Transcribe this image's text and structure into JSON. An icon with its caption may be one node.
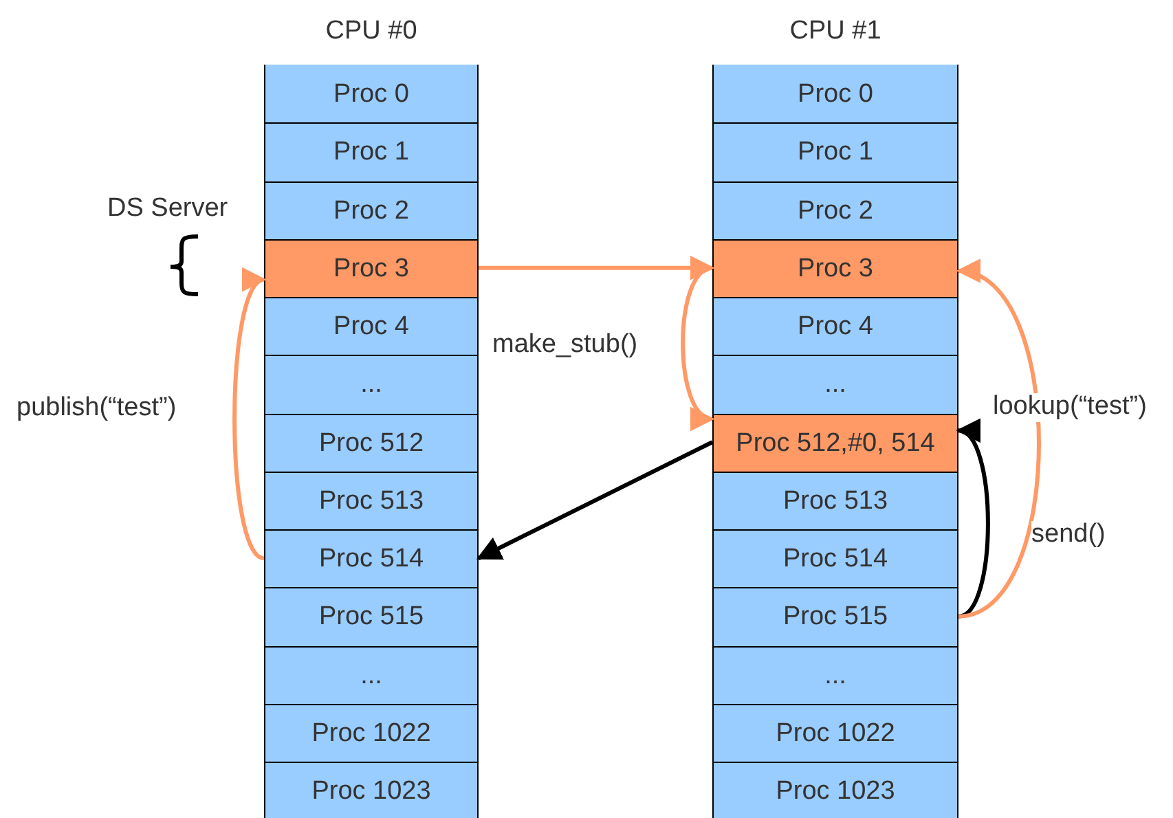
{
  "diagram": {
    "nodes": [
      {
        "text": [
          "CPU #0"
        ]
      },
      {
        "text": [
          "Proc 0"
        ],
        "in": 0
      },
      {
        "text": [
          "Proc 1"
        ],
        "in": 0
      },
      {
        "text": [
          "Proc 2"
        ],
        "in": 0
      },
      {
        "text": [
          "Proc 3"
        ],
        "in": 0
      },
      {
        "text": [
          "Proc 4"
        ],
        "in": 0
      },
      {
        "text": [
          "..."
        ],
        "in": 0
      },
      {
        "text": [
          "Proc 512"
        ],
        "in": 0
      },
      {
        "text": [
          "Proc 513"
        ],
        "in": 0
      },
      {
        "text": [
          "Proc 514"
        ],
        "in": 0
      },
      {
        "text": [
          "Proc 515"
        ],
        "in": 0
      },
      {
        "text": [
          "..."
        ],
        "in": 0
      },
      {
        "text": [
          "Proc 1022"
        ],
        "in": 0
      },
      {
        "text": [
          "Proc 1023"
        ],
        "in": 0
      },
      {
        "text": [
          "CPU #1"
        ]
      },
      {
        "text": [
          "Proc 0"
        ],
        "in": 14
      },
      {
        "text": [
          "Proc 1"
        ],
        "in": 14
      },
      {
        "text": [
          "Proc 2"
        ],
        "in": 14
      },
      {
        "text": [
          "Proc 3"
        ],
        "in": 14
      },
      {
        "text": [
          "Proc 4"
        ],
        "in": 14
      },
      {
        "text": [
          "..."
        ],
        "in": 14
      },
      {
        "text": [
          "Proc 512,#0, 514"
        ],
        "in": 14
      },
      {
        "text": [
          "Proc 513"
        ],
        "in": 14
      },
      {
        "text": [
          "Proc 514"
        ],
        "in": 14
      },
      {
        "text": [
          "Proc 515"
        ],
        "in": 14
      },
      {
        "text": [
          "..."
        ],
        "in": 14
      },
      {
        "text": [
          "Proc 1022"
        ],
        "in": 14
      },
      {
        "text": [
          "Proc 1023"
        ],
        "in": 14
      }
    ],
    "edges": [
      {
        "from": 4,
        "to": 18,
        "arrow": "to"
      },
      {
        "from": 18,
        "to": 21,
        "arrow": "to"
      },
      {
        "from": 21,
        "to": 9,
        "arrow": "to",
        "color": "#000000"
      },
      {
        "from": 9,
        "to": 4,
        "arrow": "to"
      },
      {
        "from": 24,
        "to": 21,
        "arrow": "to",
        "color": "#000000"
      },
      {
        "from": 24,
        "to": 18,
        "arrow": "to"
      }
    ],
    "labels": [
      "DS Server",
      "publish(“test”)",
      "make_stub()",
      "lookup(“test”)",
      "send()"
    ]
  }
}
